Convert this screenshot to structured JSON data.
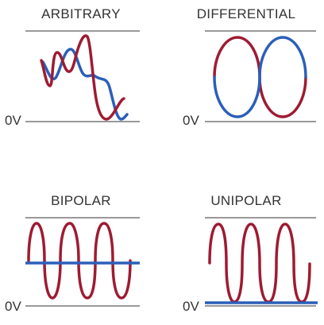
{
  "colors": {
    "signal_a": "#9e1b32",
    "signal_b": "#2b5fb8",
    "axis": "#333333",
    "text": "#333333"
  },
  "panels": [
    {
      "id": "arbitrary",
      "title": "ARBITRARY",
      "zero_label": "0V"
    },
    {
      "id": "differential",
      "title": "DIFFERENTIAL",
      "zero_label": "0V"
    },
    {
      "id": "bipolar",
      "title": "BIPOLAR",
      "zero_label": "0V"
    },
    {
      "id": "unipolar",
      "title": "UNIPOLAR",
      "zero_label": "0V"
    }
  ]
}
